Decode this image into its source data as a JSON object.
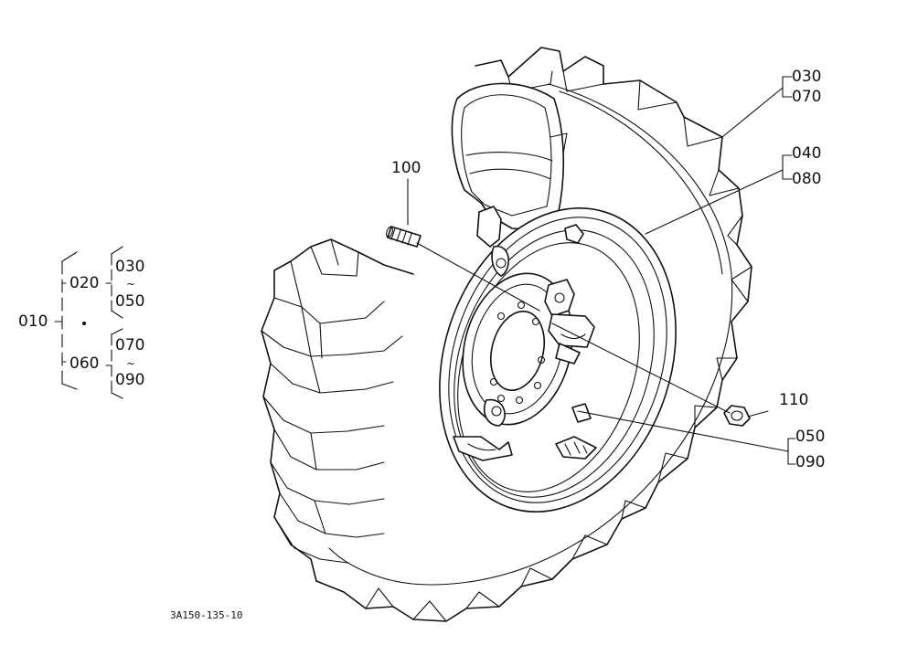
{
  "diagram": {
    "callouts": {
      "c100": "100",
      "c110": "110",
      "c030_top": "030",
      "c070_top": "070",
      "c040": "040",
      "c080": "080",
      "c050_right": "050",
      "c090_right": "090"
    },
    "tree": {
      "root": "010",
      "branch_a": "020",
      "branch_a_from": "030",
      "branch_a_sep": "~",
      "branch_a_to": "050",
      "branch_b": "060",
      "branch_b_from": "070",
      "branch_b_sep": "~",
      "branch_b_to": "090"
    },
    "drawing_code": "3A150-135-10"
  }
}
